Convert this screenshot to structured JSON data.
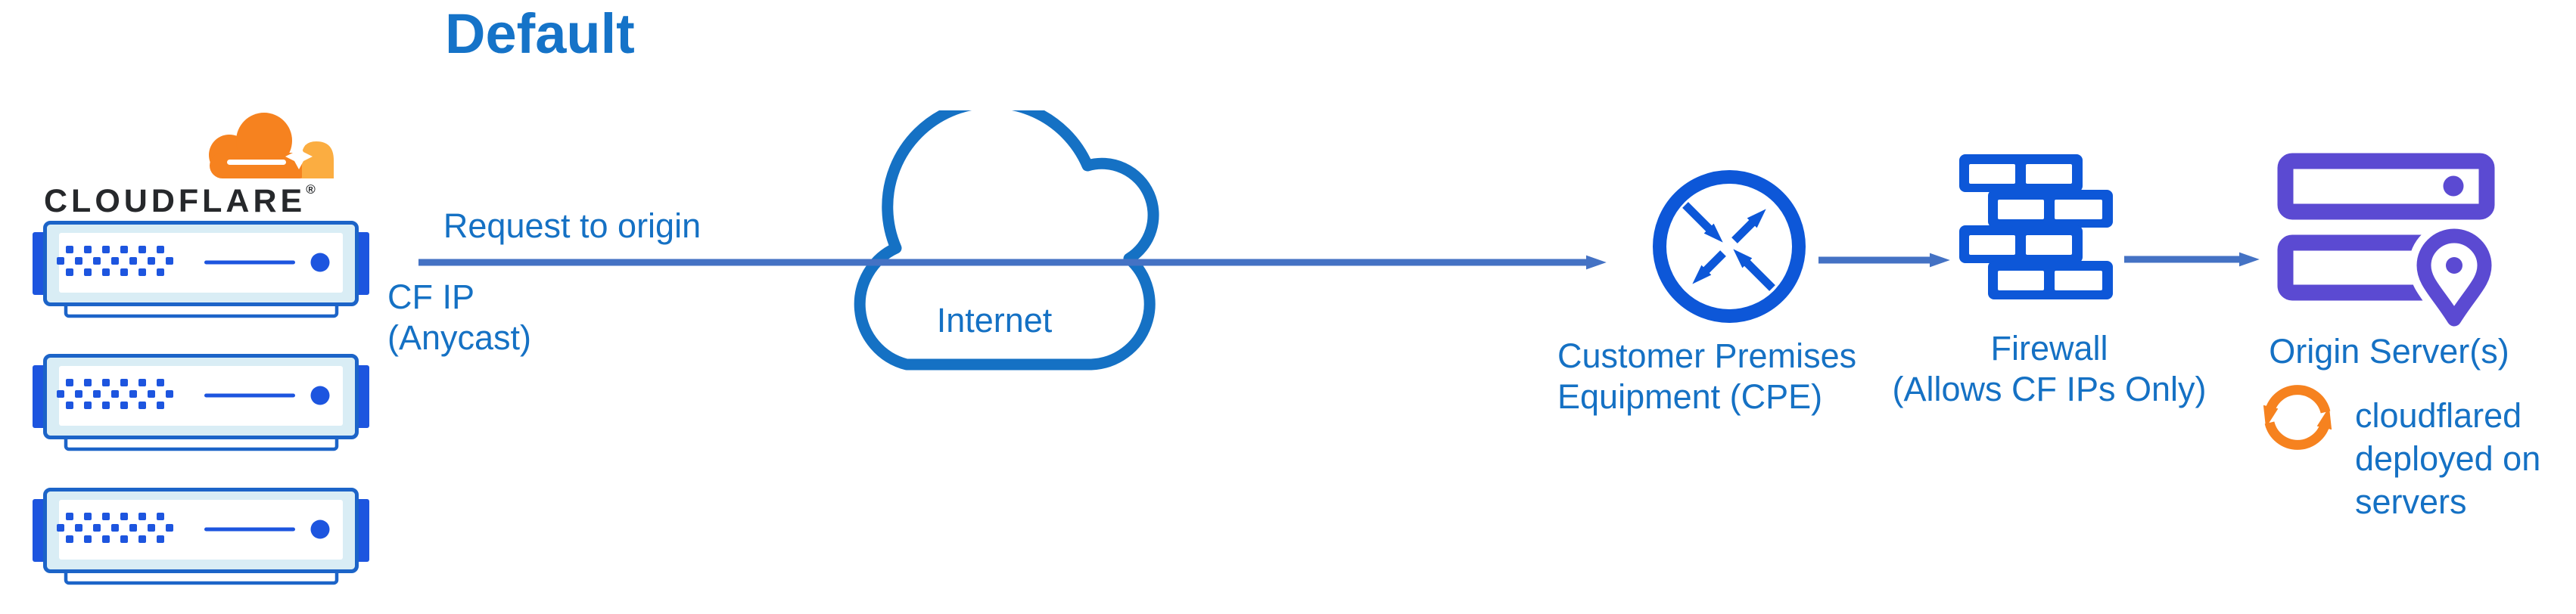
{
  "title": "Default",
  "brand": {
    "wordmark": "CLOUDFLARE",
    "registered_mark": "®"
  },
  "flow": {
    "request_label": "Request to origin",
    "cf_ip_line1": "CF IP",
    "cf_ip_line2": "(Anycast)"
  },
  "internet": {
    "label": "Internet"
  },
  "cpe": {
    "label_line1": "Customer Premises",
    "label_line2": "Equipment (CPE)"
  },
  "firewall": {
    "label_line1": "Firewall",
    "label_line2": "(Allows CF IPs Only)"
  },
  "origin": {
    "label": "Origin Server(s)",
    "note_line1": "cloudflared",
    "note_line2": "deployed on",
    "note_line3": "servers"
  },
  "colors": {
    "text_blue": "#1571C4",
    "arrow_blue": "#4472C4",
    "icon_blue": "#0D57D8",
    "server_border_blue": "#1C64C8",
    "server_fill_blue": "#D9EDF5",
    "server_accent_blue": "#1D55DF",
    "origin_purple": "#5B4AD2",
    "cloudflare_orange": "#F6821F",
    "cloudflare_orange_light": "#FBAD41",
    "wordmark_dark": "#26282B"
  },
  "icons": {
    "cloudflare_logo": "cloudflare-cloud",
    "edge_servers": "server-rack-x3",
    "internet": "cloud-outline",
    "cpe": "router-crossed-arrows-in-circle",
    "firewall": "brick-wall",
    "origin": "server-stack-with-location-pin",
    "cloudflared": "sync-arrows-circle"
  }
}
